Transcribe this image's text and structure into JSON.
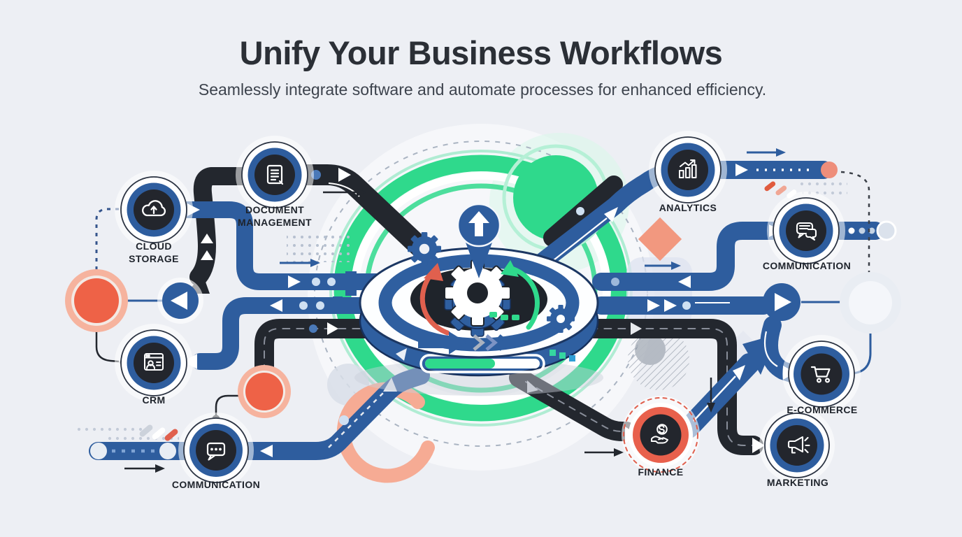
{
  "header": {
    "title": "Unify Your Business Workflows",
    "subtitle": "Seamlessly integrate software and automate processes for enhanced efficiency."
  },
  "nodes": [
    {
      "id": "cloud-storage",
      "label": "CLOUD STORAGE",
      "icon": "cloud-upload-icon"
    },
    {
      "id": "document-management",
      "label": "DOCUMENT MANAGEMENT",
      "icon": "document-icon"
    },
    {
      "id": "analytics",
      "label": "ANALYTICS",
      "icon": "bar-chart-icon"
    },
    {
      "id": "communication-right",
      "label": "COMMUNICATION",
      "icon": "chat-bubbles-icon"
    },
    {
      "id": "crm",
      "label": "CRM",
      "icon": "contact-window-icon"
    },
    {
      "id": "communication-bottom",
      "label": "COMMUNICATION",
      "icon": "chat-ellipsis-icon"
    },
    {
      "id": "finance",
      "label": "FINANCE",
      "icon": "hand-coin-icon"
    },
    {
      "id": "e-commerce",
      "label": "E-COMMERCE",
      "icon": "shopping-cart-icon"
    },
    {
      "id": "marketing",
      "label": "MARKETING",
      "icon": "megaphone-icon"
    }
  ],
  "hub": {
    "icons": [
      "gear-icon",
      "location-pin-icon",
      "up-arrow-icon",
      "sync-red-arrow",
      "sync-green-arrow"
    ],
    "progress_percent": 60
  },
  "colors": {
    "background": "#edeff4",
    "path_dark": "#23272e",
    "path_blue": "#2e5d9e",
    "accent_green": "#2fd98c",
    "accent_orange": "#ee6247",
    "accent_salmon": "#f6b39e",
    "node_inner": "#23262d",
    "node_ring_blue": "#2e5d9e",
    "finance_ring_orange": "#e8604c",
    "label_color": "#1e232b"
  }
}
